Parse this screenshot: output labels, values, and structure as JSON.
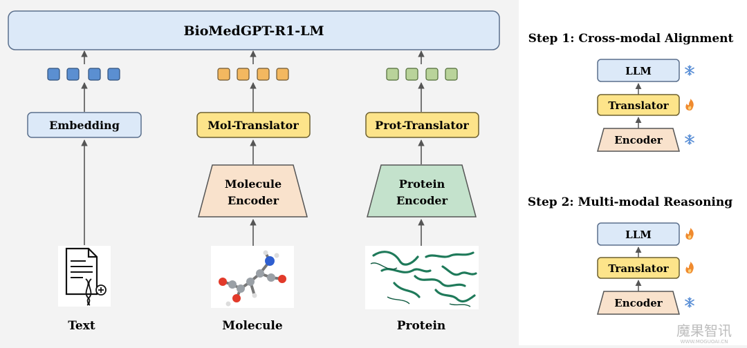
{
  "main": {
    "llm_label": "BioMedGPT-R1-LM",
    "branches": [
      {
        "module": "Embedding",
        "input": "Text"
      },
      {
        "module": "Mol-Translator",
        "encoder_line1": "Molecule",
        "encoder_line2": "Encoder",
        "input": "Molecule"
      },
      {
        "module": "Prot-Translator",
        "encoder_line1": "Protein",
        "encoder_line2": "Encoder",
        "input": "Protein"
      }
    ]
  },
  "steps": [
    {
      "title": "Step 1: Cross-modal Alignment",
      "llm": "LLM",
      "llm_state": "frozen",
      "translator": "Translator",
      "translator_state": "trainable",
      "encoder": "Encoder",
      "encoder_state": "frozen"
    },
    {
      "title": "Step 2: Multi-modal Reasoning",
      "llm": "LLM",
      "llm_state": "trainable",
      "translator": "Translator",
      "translator_state": "trainable",
      "encoder": "Encoder",
      "encoder_state": "frozen"
    }
  ],
  "colors": {
    "blue_fill": "#dce9f8",
    "blue_stroke": "#5a6f8c",
    "yellow_fill": "#fde48a",
    "yellow_stroke": "#6d6030",
    "peach_fill": "#f9e2cc",
    "green_fill": "#c4e2cc",
    "token_blue": "#5b8fd1",
    "token_orange": "#f3b860",
    "token_green": "#b9d39a",
    "snow": "#5a8fd6",
    "flame": "#f08a2e"
  },
  "watermark": {
    "cn": "魔果智讯",
    "url": "WWW.MOGUOAI.CN"
  }
}
